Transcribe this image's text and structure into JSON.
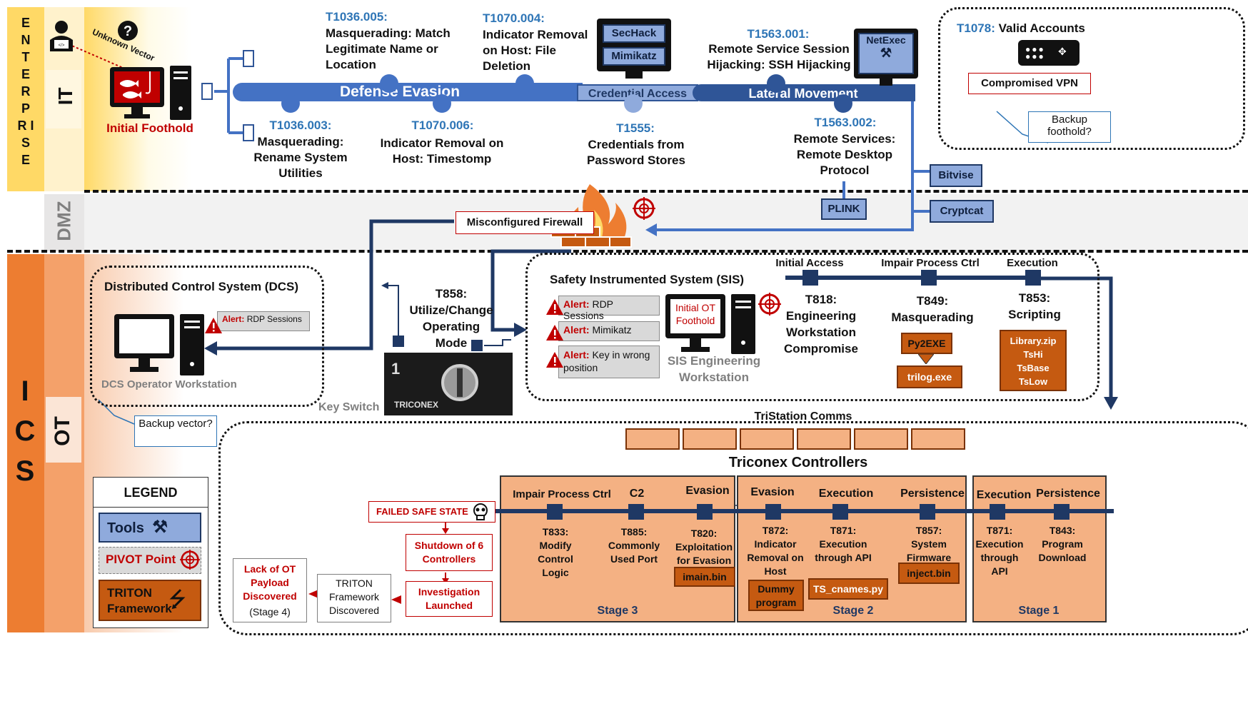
{
  "zones": {
    "enterprise": "E N T E R P R I S E",
    "it": "IT",
    "dmz": "DMZ",
    "ics": "I C S",
    "ot": "OT"
  },
  "it": {
    "unknown_vector": "Unknown Vector",
    "initial_foothold": "Initial Foothold",
    "defense_evasion": "Defense Evasion",
    "credential_access": "Credential Access",
    "lateral_movement": "Lateral Movement",
    "t1036_005_id": "T1036.005:",
    "t1036_005_text": "Masquerading: Match Legitimate Name or Location",
    "t1070_004_id": "T1070.004:",
    "t1070_004_text": "Indicator Removal on Host: File Deletion",
    "t1036_003_id": "T1036.003:",
    "t1036_003_text": "Masquerading: Rename System Utilities",
    "t1070_006_id": "T1070.006:",
    "t1070_006_text": "Indicator Removal on Host: Timestomp",
    "t1555_id": "T1555:",
    "t1555_text": "Credentials from Password Stores",
    "t1563_001_id": "T1563.001:",
    "t1563_001_text": "Remote Service Session Hijacking: SSH Hijacking",
    "t1563_002_id": "T1563.002:",
    "t1563_002_text": "Remote Services: Remote Desktop Protocol",
    "sechack": "SecHack",
    "mimikatz": "Mimikatz",
    "netexec": "NetExec",
    "t1078_id": "T1078:",
    "t1078_text": "Valid Accounts",
    "compromised_vpn": "Compromised VPN",
    "backup_foothold": "Backup foothold?"
  },
  "dmz": {
    "misconfigured_firewall": "Misconfigured Firewall",
    "bitvise": "Bitvise",
    "plink": "PLINK",
    "cryptcat": "Cryptcat"
  },
  "ot": {
    "dcs_title": "Distributed Control System (DCS)",
    "dcs_alert_key": "Alert:",
    "dcs_alert_text": "RDP Sessions",
    "dcs_workstation": "DCS Operator Workstation",
    "backup_vector": "Backup vector?",
    "t858": "T858: Utilize/Change Operating Mode",
    "key_switch": "Key Switch",
    "triconex_label": "TRICONEX",
    "sis_title": "Safety Instrumented System (SIS)",
    "sis_alerts": [
      {
        "key": "Alert:",
        "text": "RDP Sessions"
      },
      {
        "key": "Alert:",
        "text": "Mimikatz"
      },
      {
        "key": "Alert:",
        "text": "Key in wrong position"
      }
    ],
    "initial_ot_foothold": "Initial OT Foothold",
    "sis_workstation": "SIS Engineering Workstation",
    "initial_access": "Initial Access",
    "impair_process_ctrl": "Impair Process Ctrl",
    "execution": "Execution",
    "t818": "T818: Engineering Workstation Compromise",
    "t849": "T849: Masquerading",
    "t853": "T853: Scripting",
    "py2exe": "Py2EXE",
    "trilog": "trilog.exe",
    "scripting_files": "Library.zip TsHi TsBase TsLow",
    "tristation_comms": "TriStation Comms",
    "triconex_controllers": "Triconex Controllers"
  },
  "stages": {
    "stage3": {
      "label": "Stage 3",
      "tactics": [
        "Impair Process Ctrl",
        "C2",
        "Evasion"
      ],
      "techniques": [
        "T833: Modify Control Logic",
        "T885: Commonly Used Port",
        "T820: Exploitation for Evasion"
      ],
      "file": "imain.bin"
    },
    "stage2": {
      "label": "Stage 2",
      "tactics": [
        "Evasion",
        "Execution",
        "Persistence"
      ],
      "techniques": [
        "T872: Indicator Removal on Host",
        "T871: Execution through API",
        "T857: System Firmware"
      ],
      "files": [
        "Dummy program",
        "TS_cnames.py",
        "inject.bin"
      ]
    },
    "stage1": {
      "label": "Stage 1",
      "tactics": [
        "Execution",
        "Persistence"
      ],
      "techniques": [
        "T871: Execution through API",
        "T843: Program Download"
      ]
    }
  },
  "outcome": {
    "failed_safe_state": "FAILED SAFE STATE",
    "shutdown": "Shutdown of 6 Controllers",
    "investigation": "Investigation Launched",
    "triton_discovered": "TRITON Framework Discovered",
    "lack_payload": "Lack of OT Payload Discovered",
    "stage4": "(Stage 4)"
  },
  "legend": {
    "title": "LEGEND",
    "tools": "Tools",
    "pivot": "PIVOT Point",
    "triton": "TRITON Framework"
  }
}
